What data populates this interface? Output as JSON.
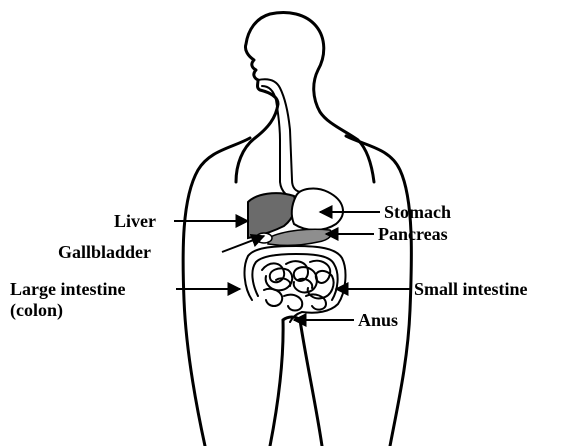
{
  "labels": {
    "liver": "Liver",
    "gallbladder": "Gallbladder",
    "large_intestine_line1": "Large intestine",
    "large_intestine_line2": "(colon)",
    "stomach": "Stomach",
    "pancreas": "Pancreas",
    "small_intestine": "Small intestine",
    "anus": "Anus"
  },
  "colors": {
    "outline": "#000000",
    "liver_fill": "#6b6b6b",
    "pancreas_fill": "#8e8e8e",
    "background": "#ffffff"
  }
}
